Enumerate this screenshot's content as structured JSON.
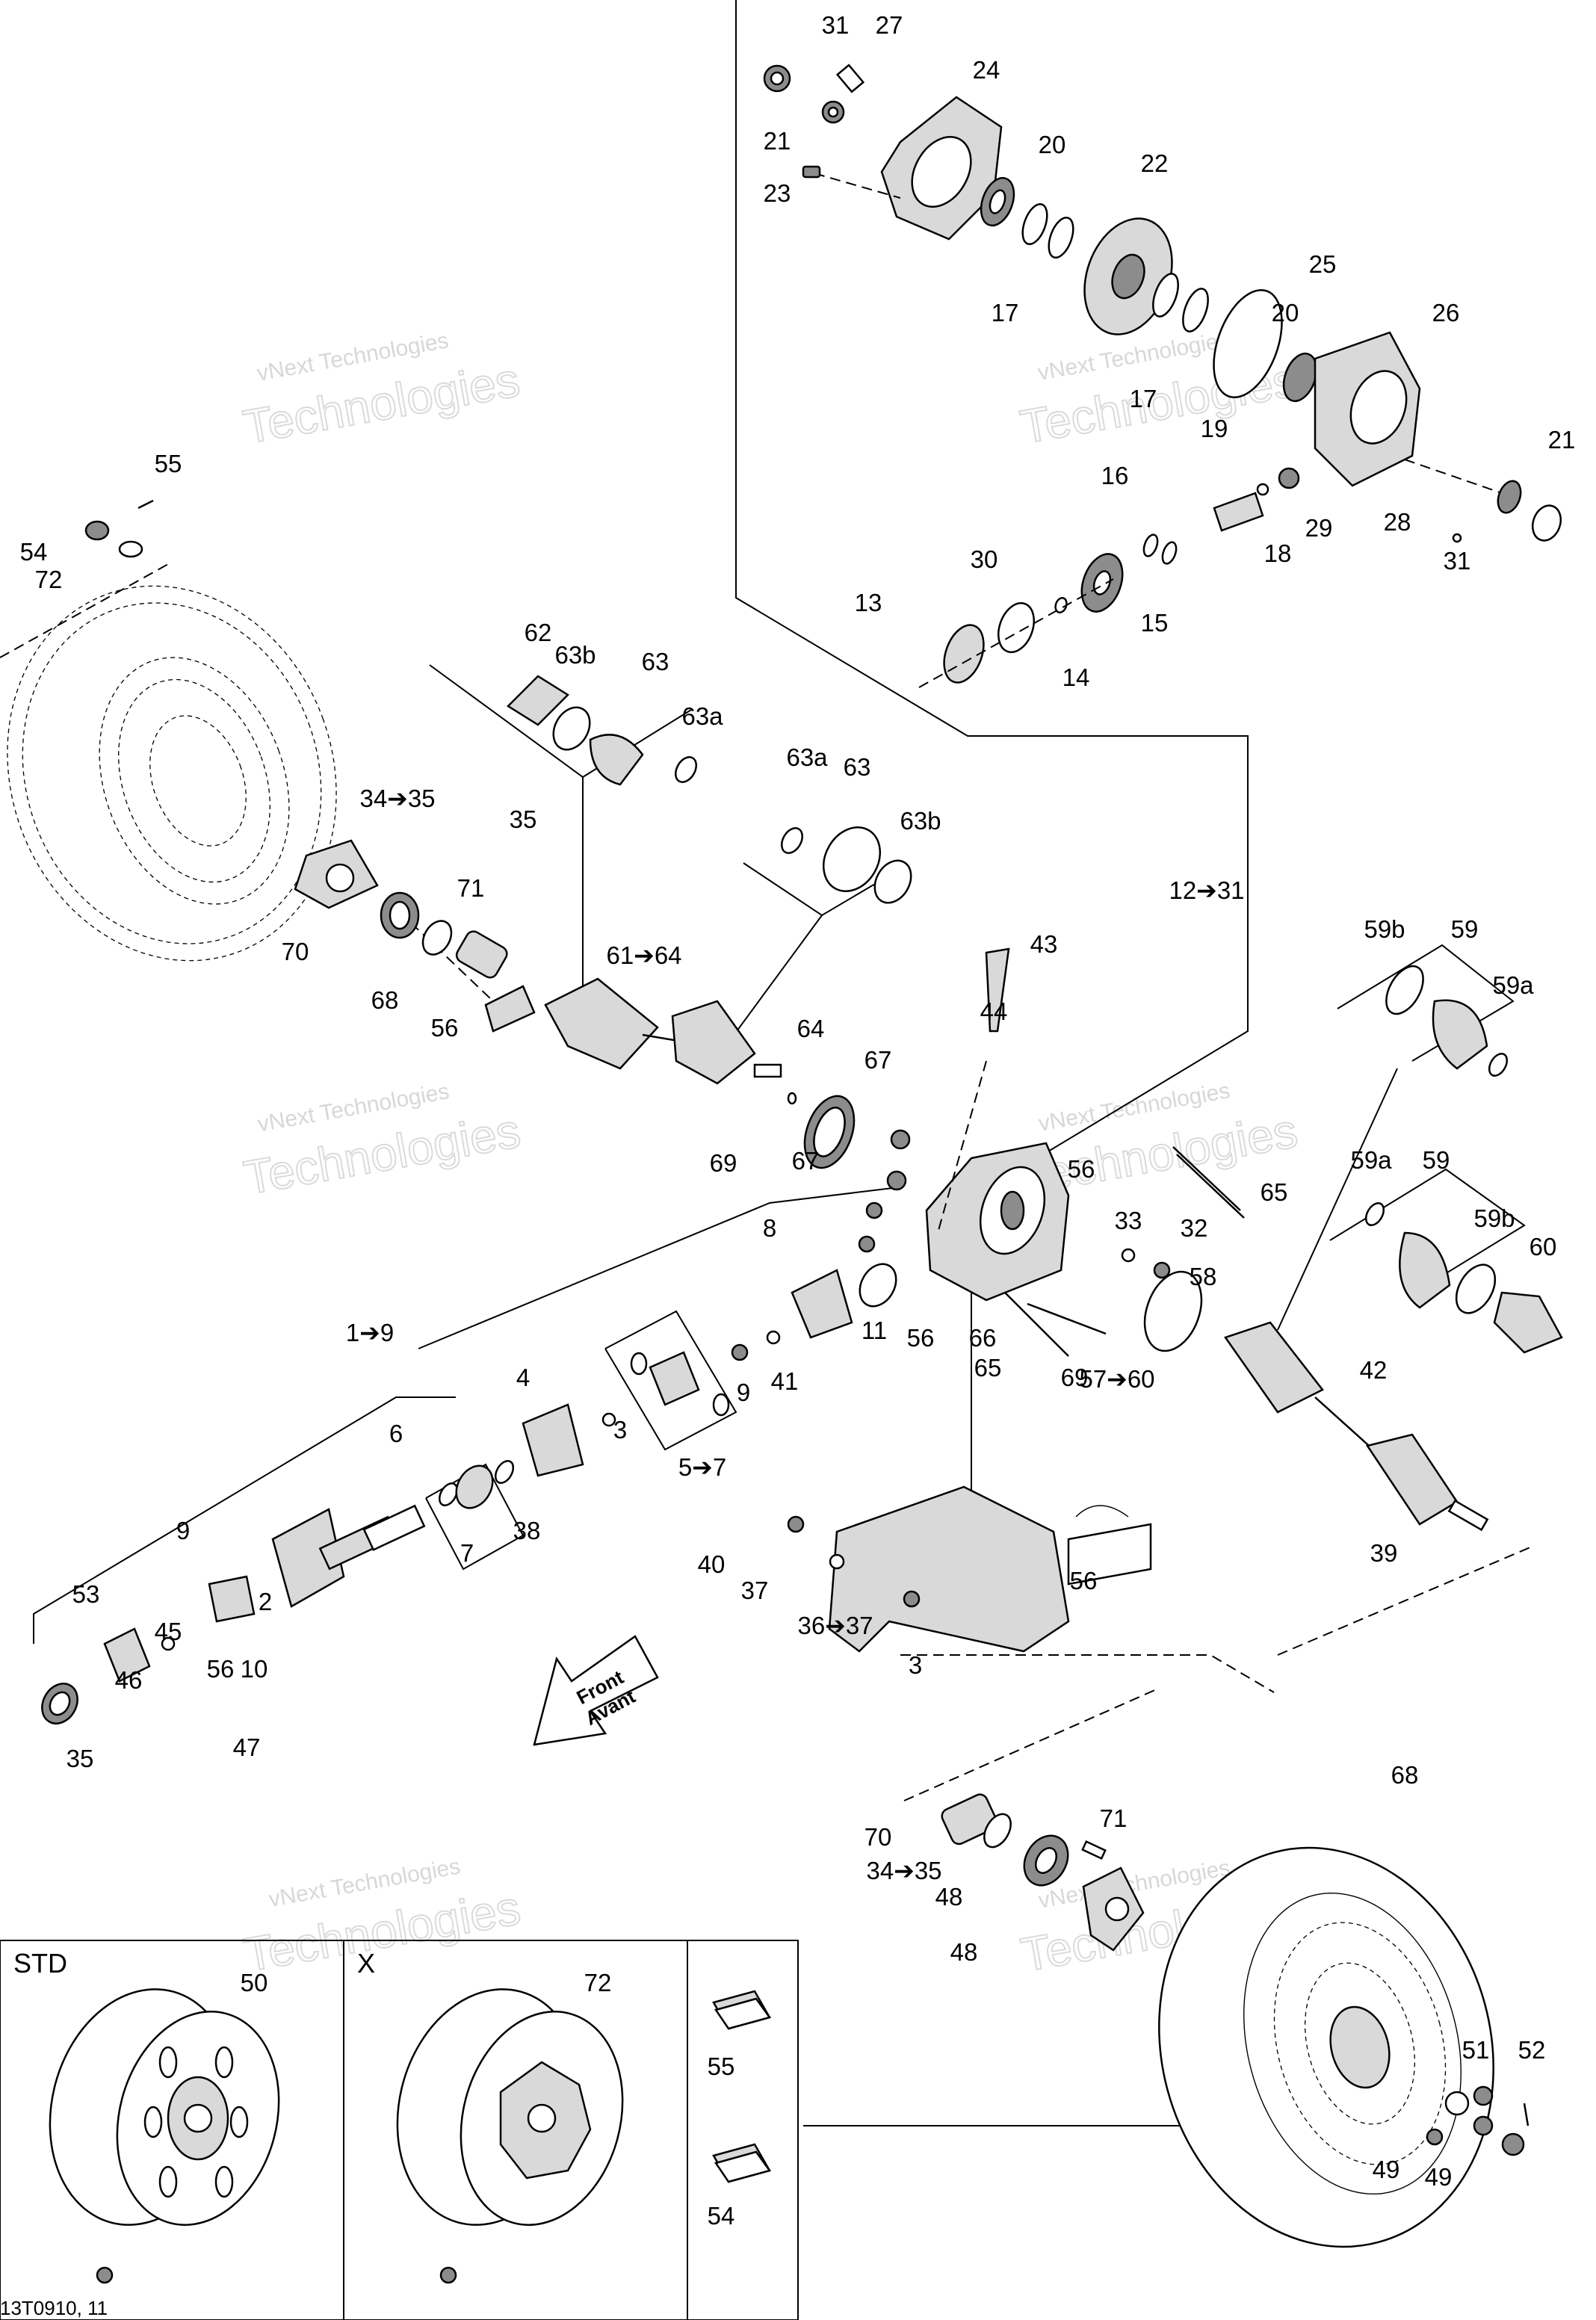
{
  "diagram": {
    "figure_code": "13T0910, 11",
    "watermark": {
      "line1": "vNext Technologies",
      "line2": "Technologies"
    },
    "front_arrow": {
      "line1": "Front",
      "line2": "Avant"
    },
    "variants": [
      {
        "id": "std",
        "label": "STD"
      },
      {
        "id": "x",
        "label": "X"
      }
    ],
    "callouts": [
      "31",
      "27",
      "24",
      "21",
      "23",
      "20",
      "22",
      "17",
      "25",
      "20",
      "26",
      "17",
      "21",
      "19",
      "16",
      "29",
      "28",
      "31",
      "18",
      "30",
      "13",
      "15",
      "14",
      "55",
      "54",
      "72",
      "62",
      "63b",
      "63",
      "63a",
      "34➔35",
      "35",
      "63a",
      "63",
      "63b",
      "12➔31",
      "71",
      "70",
      "68",
      "56",
      "61➔64",
      "43",
      "44",
      "64",
      "67",
      "59b",
      "59",
      "59a",
      "69",
      "67",
      "56",
      "65",
      "59a",
      "59",
      "59b",
      "33",
      "32",
      "60",
      "58",
      "8",
      "1➔9",
      "4",
      "11",
      "56",
      "66",
      "65",
      "69",
      "57➔60",
      "42",
      "41",
      "9",
      "3",
      "5➔7",
      "6",
      "7",
      "38",
      "40",
      "37",
      "56",
      "39",
      "36➔37",
      "3",
      "9",
      "2",
      "53",
      "45",
      "56",
      "46",
      "10",
      "47",
      "35",
      "68",
      "71",
      "70",
      "34➔35",
      "48",
      "48",
      "50",
      "72",
      "55",
      "51",
      "52",
      "54",
      "49",
      "49"
    ]
  }
}
